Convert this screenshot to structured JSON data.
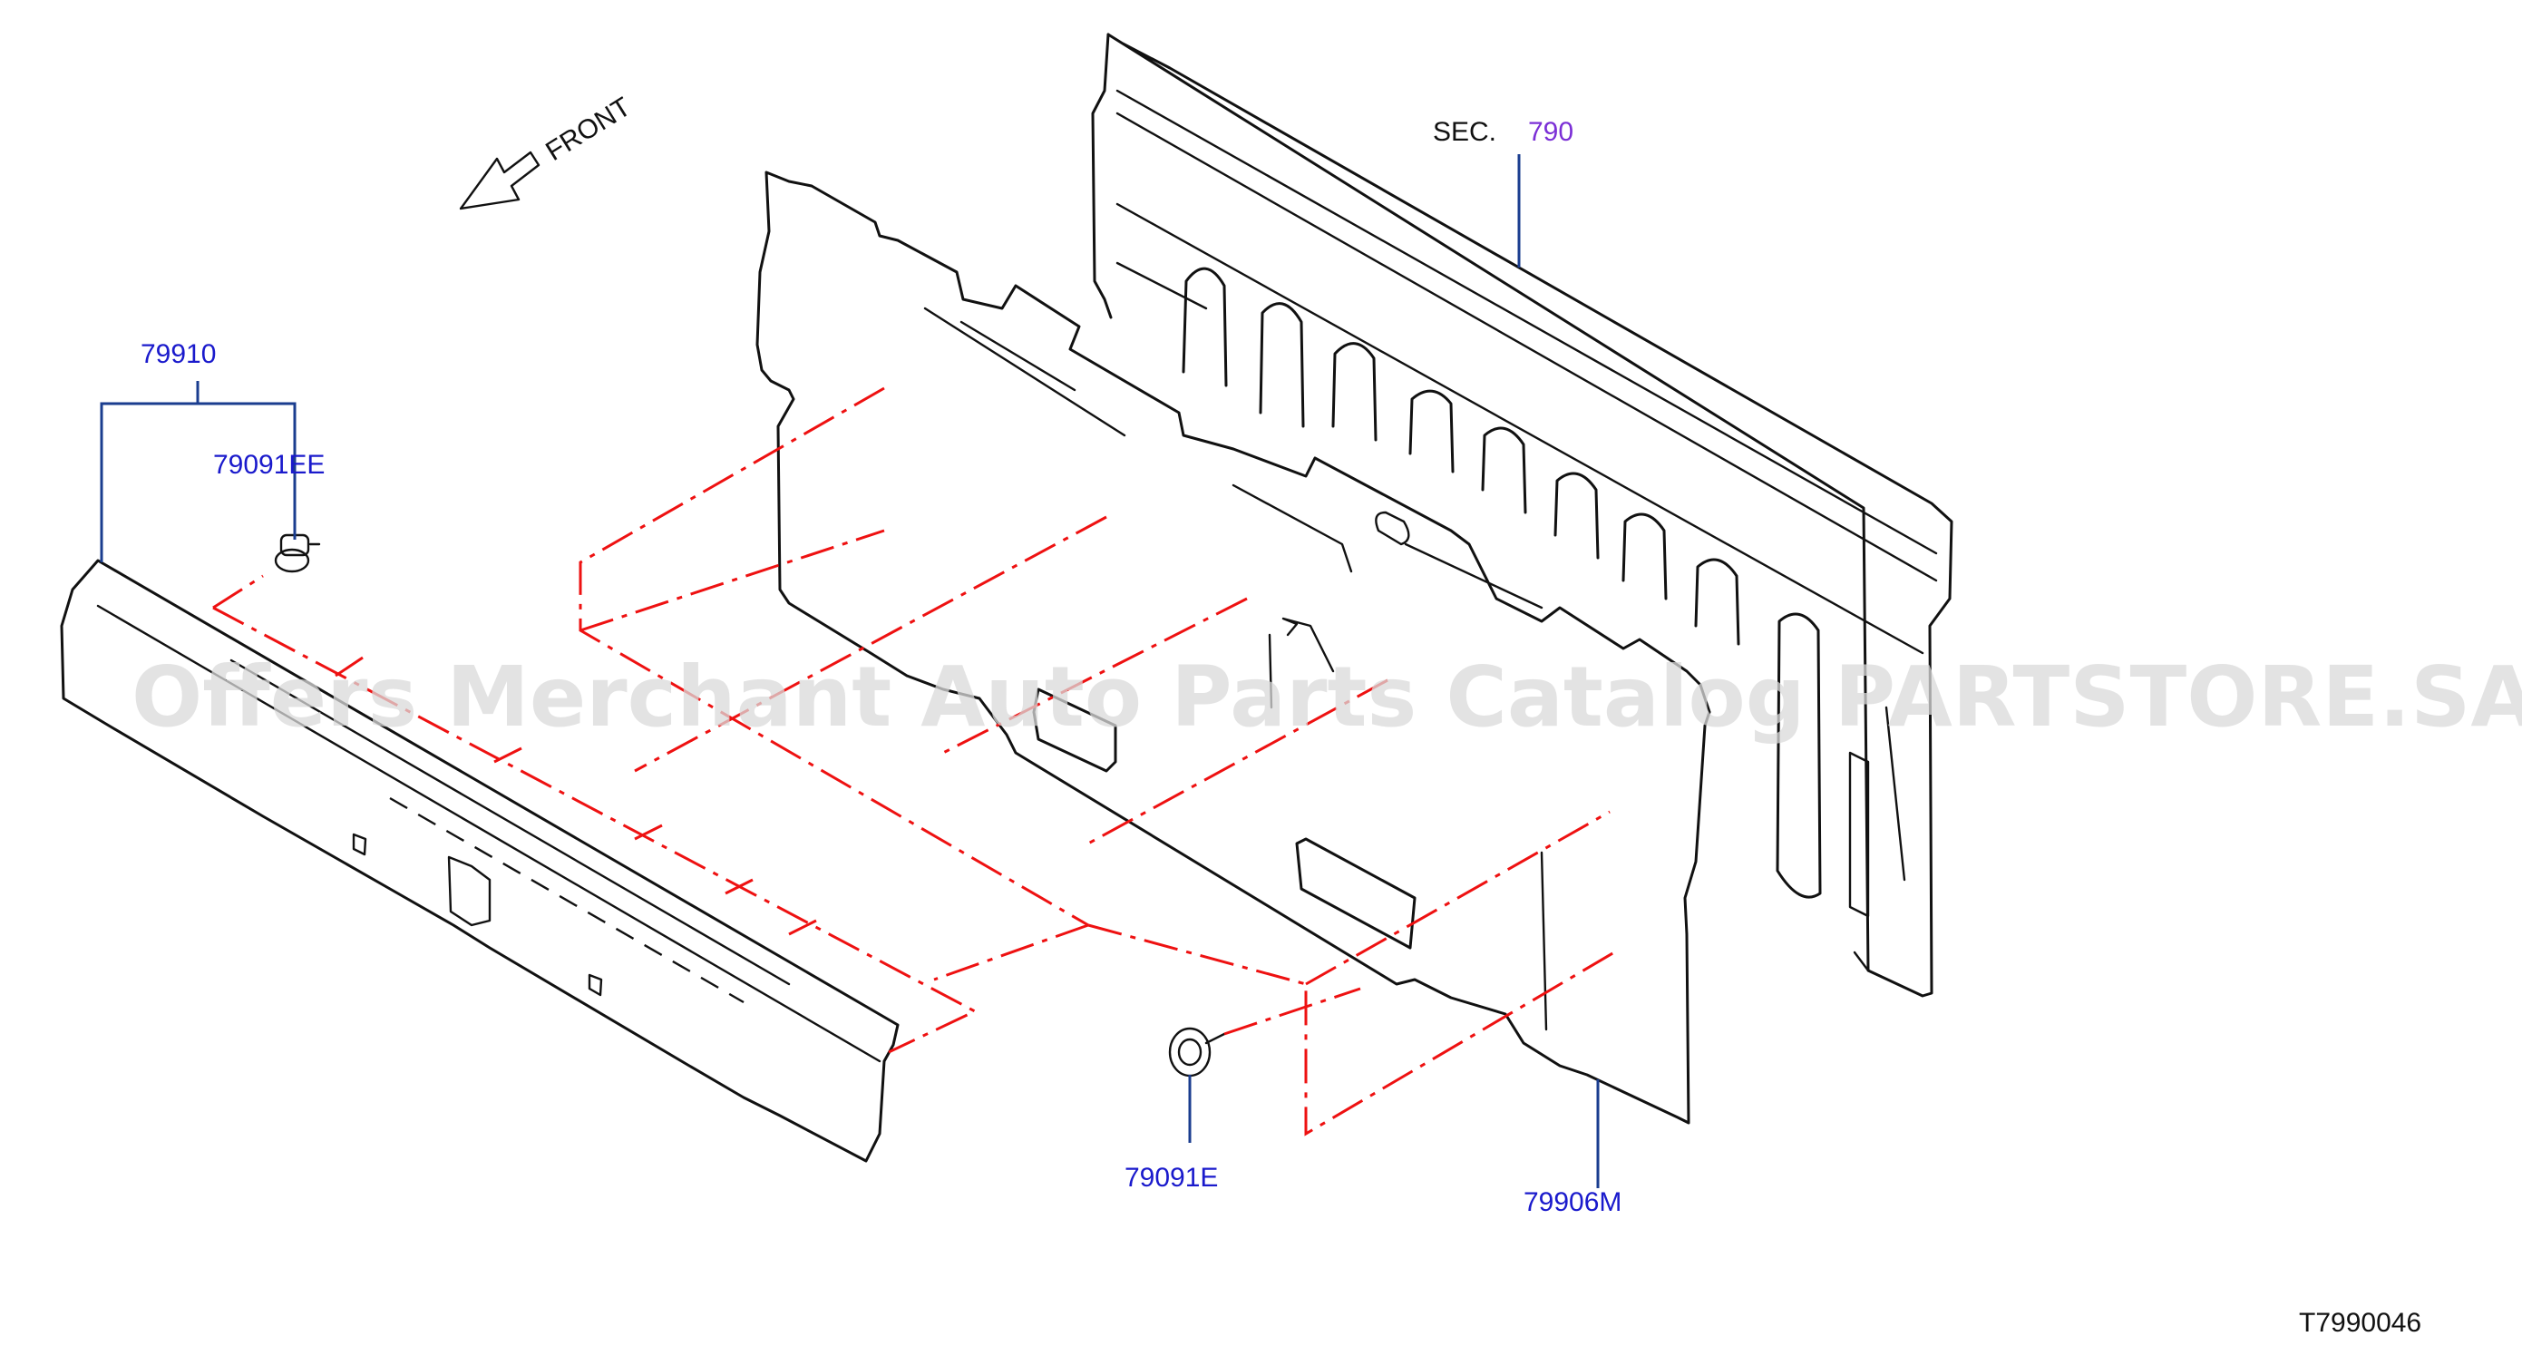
{
  "direction": {
    "label": "FRONT"
  },
  "section_ref": {
    "prefix": "SEC.",
    "number": "790"
  },
  "parts": {
    "p79910": "79910",
    "p79091EE": "79091EE",
    "p79091E": "79091E",
    "p79906M": "79906M"
  },
  "diagram_id": "T7990046",
  "watermark": "Offers Merchant Auto Parts Catalog PARTSTORE.SA",
  "colors": {
    "label_blue": "#1a1acc",
    "section_purple": "#7b2fd6",
    "leader_blue": "#1a3d8f",
    "phantom_red": "#ee1111",
    "outline": "#111111"
  }
}
